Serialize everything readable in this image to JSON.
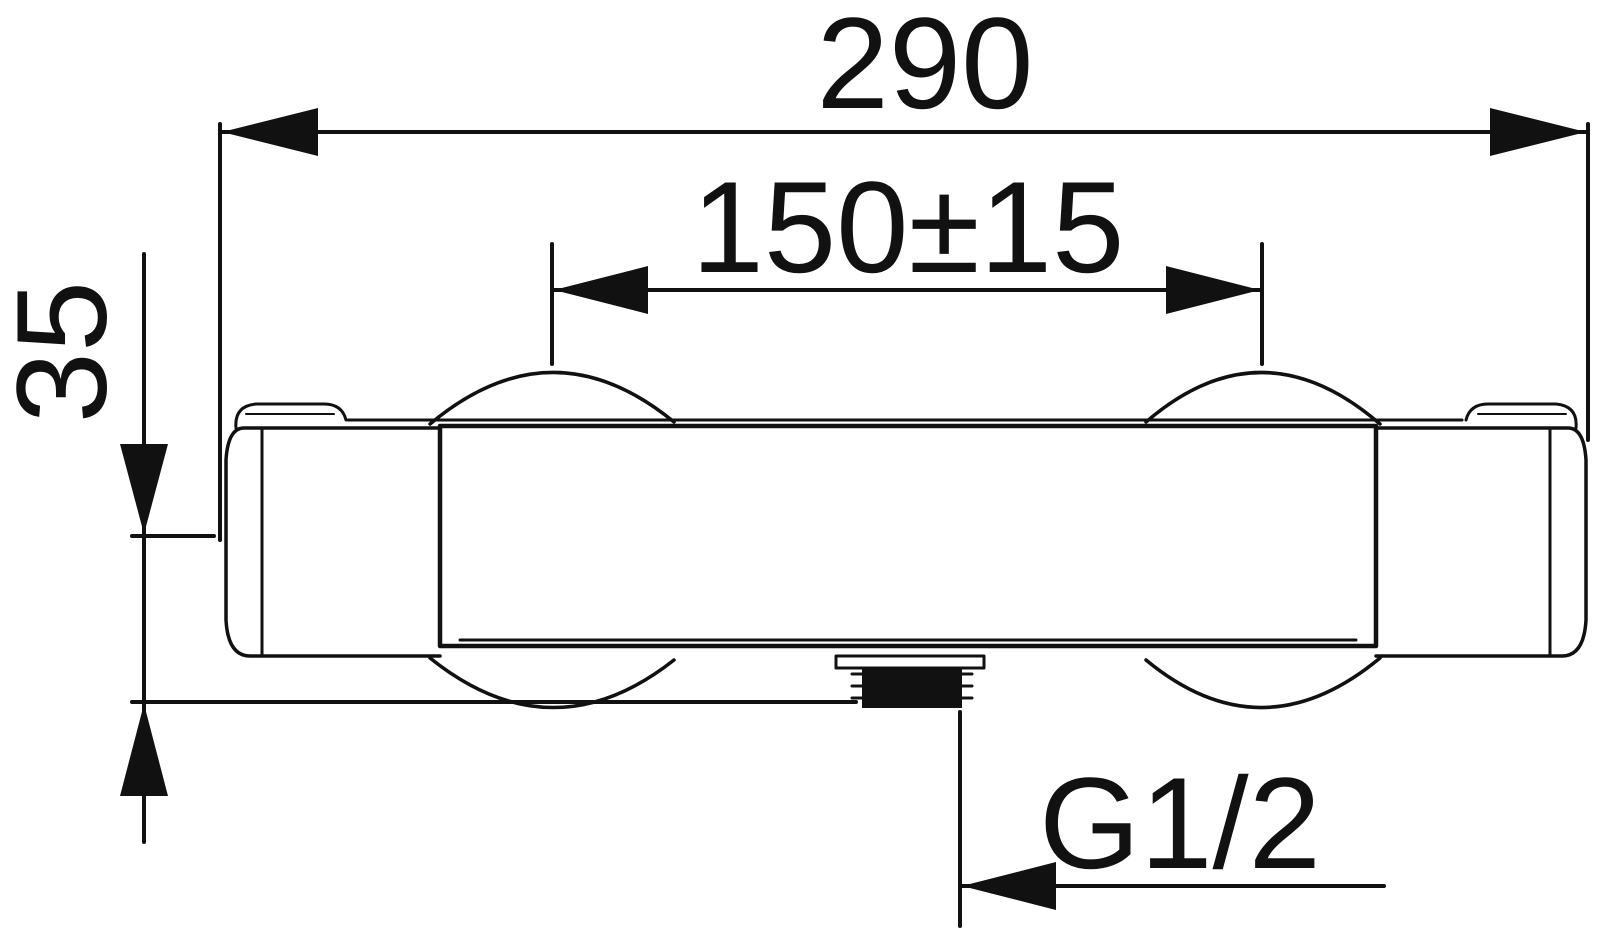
{
  "drawing": {
    "dimensions": {
      "overall_width": "290",
      "inlet_spacing": "150±15",
      "height": "35",
      "thread": "G1/2"
    },
    "colors": {
      "line": "#111111",
      "background": "#ffffff"
    }
  }
}
